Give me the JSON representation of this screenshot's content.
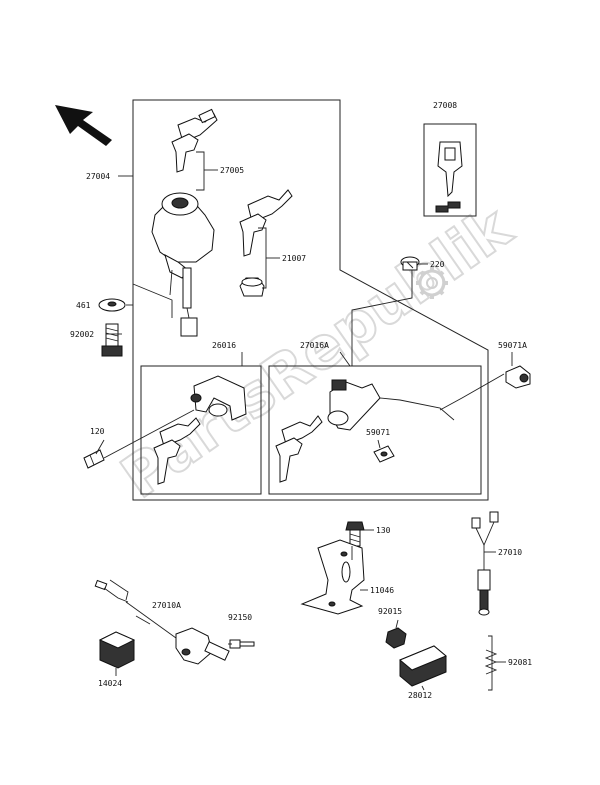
{
  "watermark": "PartsRepublik",
  "labels": {
    "p27004": "27004",
    "p27005": "27005",
    "p27008": "27008",
    "p21007": "21007",
    "p220": "220",
    "p461": "461",
    "p92002": "92002",
    "p26016": "26016",
    "p27016A": "27016A",
    "p59071A": "59071A",
    "p120": "120",
    "p59071": "59071",
    "p130": "130",
    "p27010": "27010",
    "p27010A": "27010A",
    "p92150": "92150",
    "p11046": "11046",
    "p92015": "92015",
    "p14024": "14024",
    "p28012": "28012",
    "p92081": "92081"
  },
  "icons": [
    "direction-arrow-icon",
    "gear-icon",
    "key-icon",
    "bolt-icon"
  ]
}
